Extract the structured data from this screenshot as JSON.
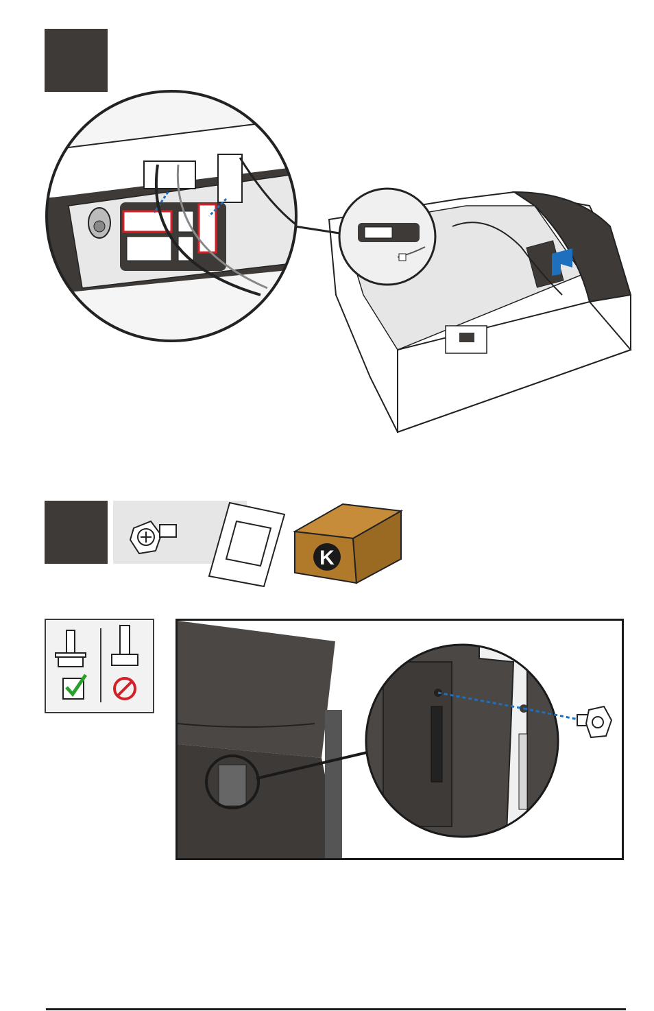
{
  "steps": [
    {
      "id": "step-1",
      "number": ""
    },
    {
      "id": "step-2",
      "number": ""
    }
  ],
  "parts": {
    "pack_letter": "K"
  },
  "colors": {
    "step_box": "#3d3a38",
    "connector_highlight": "#d42027",
    "arrow_blue": "#1f6fbf",
    "box_brown": "#b07a2a",
    "check_green": "#2aa02a",
    "prohibit_red": "#d42027"
  }
}
